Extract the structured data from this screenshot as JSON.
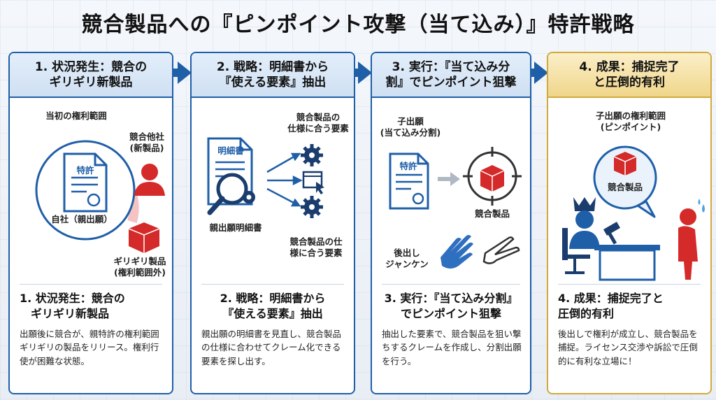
{
  "title": "競合製品への『ピンポイント攻撃（当て込み）』特許戦略",
  "colors": {
    "blue": "#1f5fa8",
    "red": "#d42a2a",
    "gold": "#d1a93d"
  },
  "steps": [
    {
      "header": "1. 状況発生：競合の\nギリギリ新製品",
      "labels": {
        "scope": "当初の権利範囲",
        "competitor": "競合他社\n(新製品)",
        "own": "自社（親出願）",
        "product": "ギリギリ製品\n(権利範囲外)",
        "doc": "特許"
      },
      "subtitle": "1. 状況発生：競合の\n　ギリギリ新製品",
      "description": "出願後に競合が、親特許の権利範囲ギリギリの製品をリリース。権利行使が困難な状態。"
    },
    {
      "header": "2. 戦略：明細書から\n『使える要素』抽出",
      "labels": {
        "doc": "明細書",
        "doc_caption": "親出願明細書",
        "top": "競合製品の\n仕様に合う要素",
        "bottom": "競合製品の仕\n様に合う要素"
      },
      "subtitle": "2. 戦略：明細書から\n『使える要素』抽出",
      "description": "親出願の明細書を見直し、競合製品の仕様に合わせてクレーム化できる要素を探し出す。"
    },
    {
      "header": "3. 実行：『当て込み分\n割』でピンポイント狙撃",
      "labels": {
        "child": "子出願\n(当て込み分割)",
        "doc": "特許",
        "product": "競合製品",
        "janken": "後出し\nジャンケン"
      },
      "subtitle": "3. 実行：『当て込み分割』\nでピンポイント狙撃",
      "description": "抽出した要素で、競合製品を狙い撃ちするクレームを作成し、分割出願を行う。"
    },
    {
      "header": "4. 成果：捕捉完了\nと圧倒的有利",
      "labels": {
        "scope": "子出願の権利範囲\n(ピンポイント)",
        "product": "競合製品"
      },
      "subtitle": "4. 成果：捕捉完了と\n圧倒的有利",
      "description": "後出しで権利が成立し、競合製品を捕捉。ライセンス交渉や訴訟で圧倒的に有利な立場に！"
    }
  ]
}
